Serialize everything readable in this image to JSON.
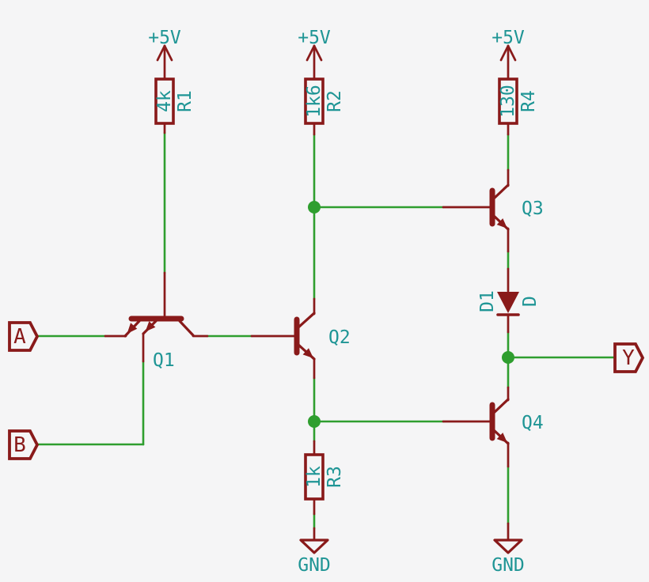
{
  "schematic": {
    "description": "TTL NAND gate schematic",
    "power": {
      "p1": "+5V",
      "p2": "+5V",
      "p3": "+5V"
    },
    "grounds": {
      "g1": "GND",
      "g2": "GND"
    },
    "resistors": {
      "r1": {
        "ref": "R1",
        "value": "4k"
      },
      "r2": {
        "ref": "R2",
        "value": "1k6"
      },
      "r3": {
        "ref": "R3",
        "value": "1k"
      },
      "r4": {
        "ref": "R4",
        "value": "130"
      }
    },
    "transistors": {
      "q1": {
        "ref": "Q1"
      },
      "q2": {
        "ref": "Q2"
      },
      "q3": {
        "ref": "Q3"
      },
      "q4": {
        "ref": "Q4"
      }
    },
    "diodes": {
      "d1": {
        "ref": "D1",
        "value": "D"
      }
    },
    "ports": {
      "a": {
        "label": "A"
      },
      "b": {
        "label": "B"
      },
      "y": {
        "label": "Y"
      }
    },
    "colors": {
      "background": "#f5f5f6",
      "wire": "#2f9e2f",
      "symbol": "#891a1a",
      "label": "#1f9595"
    }
  }
}
